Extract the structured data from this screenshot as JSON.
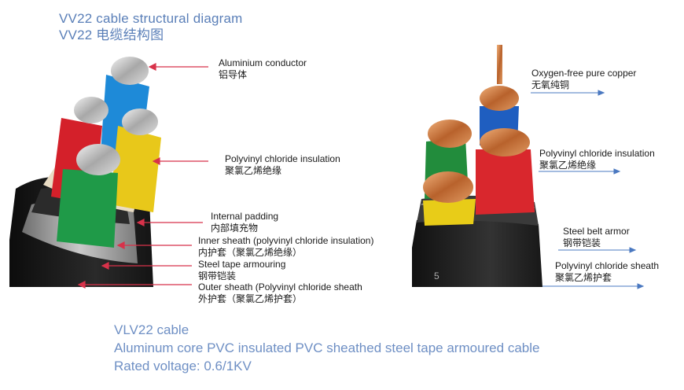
{
  "header": {
    "title_en": "VV22 cable  structural diagram",
    "title_cn": "VV22 电缆结构图"
  },
  "left_labels": [
    {
      "en": "Aluminium conductor",
      "cn": "铝导体"
    },
    {
      "en": "Polyvinyl chloride insulation",
      "cn": "聚氯乙烯绝缘"
    },
    {
      "en": "Internal padding",
      "cn": "内部填充物"
    },
    {
      "en": "Inner sheath (polyvinyl chloride insulation)",
      "cn": "内护套（聚氯乙烯绝缘）"
    },
    {
      "en": "Steel tape armouring",
      "cn": "钢带铠装"
    },
    {
      "en": "Outer sheath (Polyvinyl chloride sheath",
      "cn": "外护套（聚氯乙烯护套）"
    }
  ],
  "right_labels": [
    {
      "en": "Oxygen-free pure copper",
      "cn": "无氧纯铜"
    },
    {
      "en": "Polyvinyl chloride insulation",
      "cn": "聚氯乙烯绝缘"
    },
    {
      "en": "Steel belt armor",
      "cn": "钢带铠装"
    },
    {
      "en": "Polyvinyl chloride sheath",
      "cn": "聚氯乙烯护套"
    }
  ],
  "footer": {
    "line1": "VLV22 cable",
    "line2": "Aluminum core PVC insulated PVC sheathed steel tape armoured cable",
    "line3": "Rated voltage: 0.6/1KV"
  },
  "colors": {
    "title": "#5a7fb8",
    "footer": "#6e8fc4",
    "left_arrow": "#d8324a",
    "right_arrow": "#4a78c0"
  },
  "right_cable_print": "5"
}
